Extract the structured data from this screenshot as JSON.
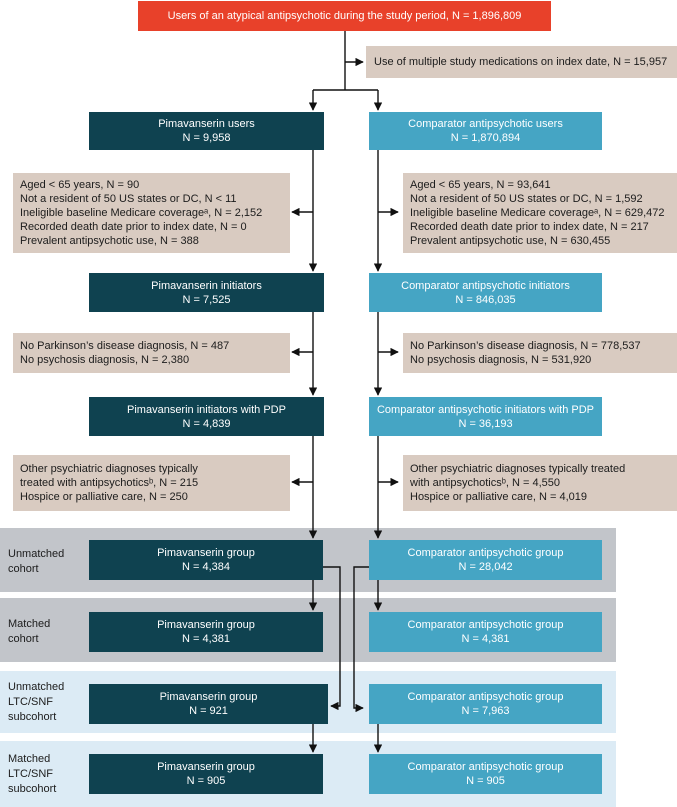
{
  "top_box": {
    "text": "Users of an atypical antipsychotic during the study period, N = 1,896,809"
  },
  "exclusion_top": {
    "text": "Use of multiple study medications on index date, N = 15,957"
  },
  "users": {
    "left": {
      "title": "Pimavanserin users",
      "n": "N = 9,958"
    },
    "right": {
      "title": "Comparator antipsychotic users",
      "n": "N = 1,870,894"
    }
  },
  "exclusion_1": {
    "left": [
      "Aged < 65 years, N = 90",
      "Not a resident of 50 US states or DC, N < 11",
      "Ineligible baseline Medicare coverageᵃ, N = 2,152",
      "Recorded death date prior to index date, N = 0",
      "Prevalent antipsychotic use, N = 388"
    ],
    "right": [
      "Aged < 65 years, N = 93,641",
      "Not a resident of 50 US states or DC, N = 1,592",
      "Ineligible baseline Medicare coverageᵃ, N = 629,472",
      "Recorded death date prior to index date, N = 217",
      "Prevalent antipsychotic use, N = 630,455"
    ]
  },
  "initiators": {
    "left": {
      "title": "Pimavanserin initiators",
      "n": "N = 7,525"
    },
    "right": {
      "title": "Comparator antipsychotic initiators",
      "n": "N = 846,035"
    }
  },
  "exclusion_2": {
    "left": [
      "No Parkinson’s disease diagnosis, N = 487",
      "No psychosis diagnosis, N = 2,380"
    ],
    "right": [
      "No Parkinson’s disease diagnosis, N = 778,537",
      "No psychosis diagnosis, N = 531,920"
    ]
  },
  "initiators_pdp": {
    "left": {
      "title": "Pimavanserin initiators with PDP",
      "n": "N = 4,839"
    },
    "right": {
      "title": "Comparator antipsychotic initiators with PDP",
      "n": "N = 36,193"
    }
  },
  "exclusion_3": {
    "left": [
      "Other psychiatric diagnoses typically",
      "treated with antipsychoticsᵇ, N = 215",
      "Hospice or palliative care, N = 250"
    ],
    "right": [
      "Other psychiatric diagnoses typically treated",
      "with antipsychoticsᵇ, N = 4,550",
      "Hospice or palliative care, N = 4,019"
    ]
  },
  "cohorts": [
    {
      "label": [
        "Unmatched",
        "cohort"
      ],
      "left": {
        "title": "Pimavanserin group",
        "n": "N = 4,384"
      },
      "right": {
        "title": "Comparator antipsychotic group",
        "n": "N = 28,042"
      }
    },
    {
      "label": [
        "Matched",
        "cohort"
      ],
      "left": {
        "title": "Pimavanserin group",
        "n": "N = 4,381"
      },
      "right": {
        "title": "Comparator antipsychotic group",
        "n": "N = 4,381"
      }
    },
    {
      "label": [
        "Unmatched",
        "LTC/SNF",
        "subcohort"
      ],
      "left": {
        "title": "Pimavanserin group",
        "n": "N = 921"
      },
      "right": {
        "title": "Comparator antipsychotic group",
        "n": "N = 7,963"
      }
    },
    {
      "label": [
        "Matched",
        "LTC/SNF",
        "subcohort"
      ],
      "left": {
        "title": "Pimavanserin group",
        "n": "N = 905"
      },
      "right": {
        "title": "Comparator antipsychotic group",
        "n": "N = 905"
      }
    }
  ],
  "colors": {
    "top": "#e8412a",
    "pimavanserin": "#0f4250",
    "comparator": "#45a5c4",
    "exclusion": "#d9cbc1",
    "band_gray": "#c2c5ca",
    "band_light": "#dcebf5"
  }
}
